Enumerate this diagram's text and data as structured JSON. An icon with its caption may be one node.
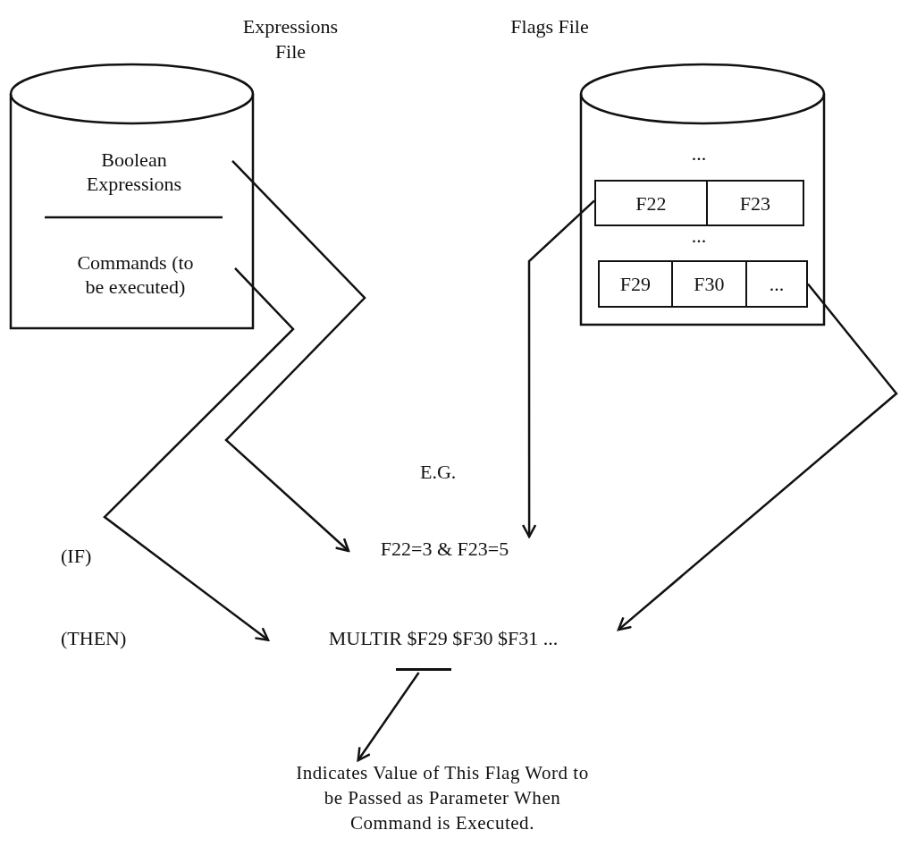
{
  "diagram": {
    "nodes": [
      {
        "text": [
          "Expressions File"
        ]
      },
      {
        "text": [
          "Boolean Expressions"
        ],
        "in": 0
      },
      {
        "text": [
          "Commands (to be executed)"
        ],
        "in": 0
      },
      {
        "text": [
          "Flags File",
          "...",
          "..."
        ]
      },
      {
        "text": [
          "F22",
          "F23"
        ],
        "in": 3
      },
      {
        "text": [
          "F29",
          "F30",
          "..."
        ],
        "in": 3
      },
      {
        "text": [
          "F22=3 & F23=5"
        ]
      },
      {
        "text": [
          "MULTIR $F29 $F30 $F31 ..."
        ]
      },
      {
        "text": [
          "Indicates Value of This Flag Word to be Passed as Parameter When Command is Executed."
        ]
      }
    ],
    "edges": [
      {
        "from": 1,
        "to": 6,
        "arrow": "to"
      },
      {
        "from": 2,
        "to": 7,
        "arrow": "to"
      },
      {
        "from": 4,
        "to": 6,
        "arrow": "to"
      },
      {
        "from": 5,
        "to": 7,
        "arrow": "to"
      },
      {
        "from": 7,
        "to": 8,
        "arrow": "to"
      }
    ],
    "labels": [
      "E.G.",
      "(IF)",
      "(THEN)"
    ]
  }
}
